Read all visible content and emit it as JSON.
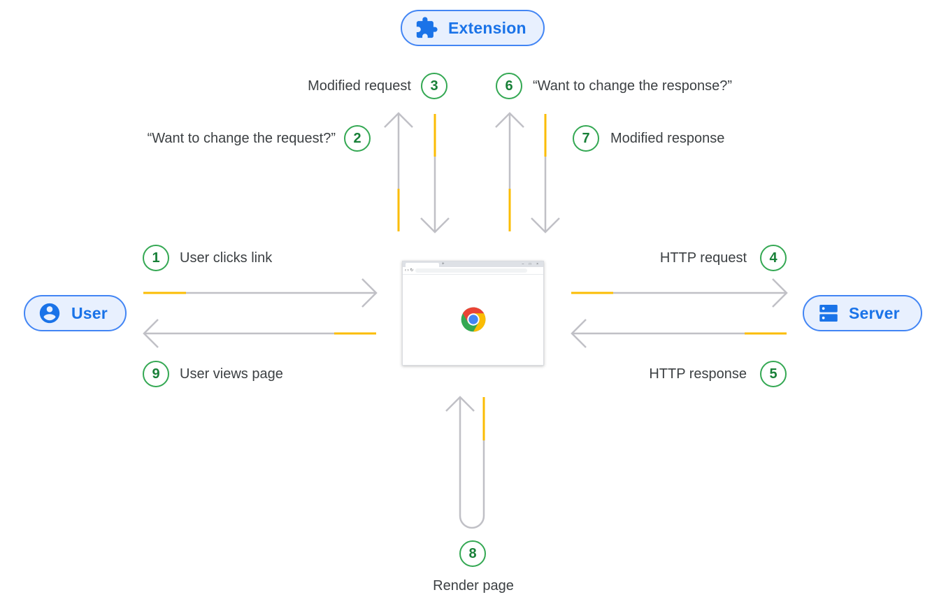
{
  "nodes": {
    "extension": {
      "label": "Extension",
      "icon": "puzzle-piece-icon"
    },
    "user": {
      "label": "User",
      "icon": "account-circle-icon"
    },
    "server": {
      "label": "Server",
      "icon": "server-icon"
    },
    "browser": {
      "icon": "chrome-logo-icon"
    }
  },
  "steps": [
    {
      "num": "1",
      "label": "User clicks link"
    },
    {
      "num": "2",
      "label": "“Want to change the request?”"
    },
    {
      "num": "3",
      "label": "Modified request"
    },
    {
      "num": "4",
      "label": "HTTP request"
    },
    {
      "num": "5",
      "label": "HTTP response"
    },
    {
      "num": "6",
      "label": "“Want to change the response?”"
    },
    {
      "num": "7",
      "label": "Modified response"
    },
    {
      "num": "8",
      "label": "Render page"
    },
    {
      "num": "9",
      "label": "User views page"
    }
  ],
  "colors": {
    "arrow": "#c0c0c6",
    "highlight": "#fbbc04",
    "step_ring": "#34a853",
    "step_text": "#188038",
    "pill_border": "#4285f4",
    "pill_fill": "#e8f0fe",
    "pill_text": "#1a73e8",
    "label_text": "#3c4043"
  }
}
